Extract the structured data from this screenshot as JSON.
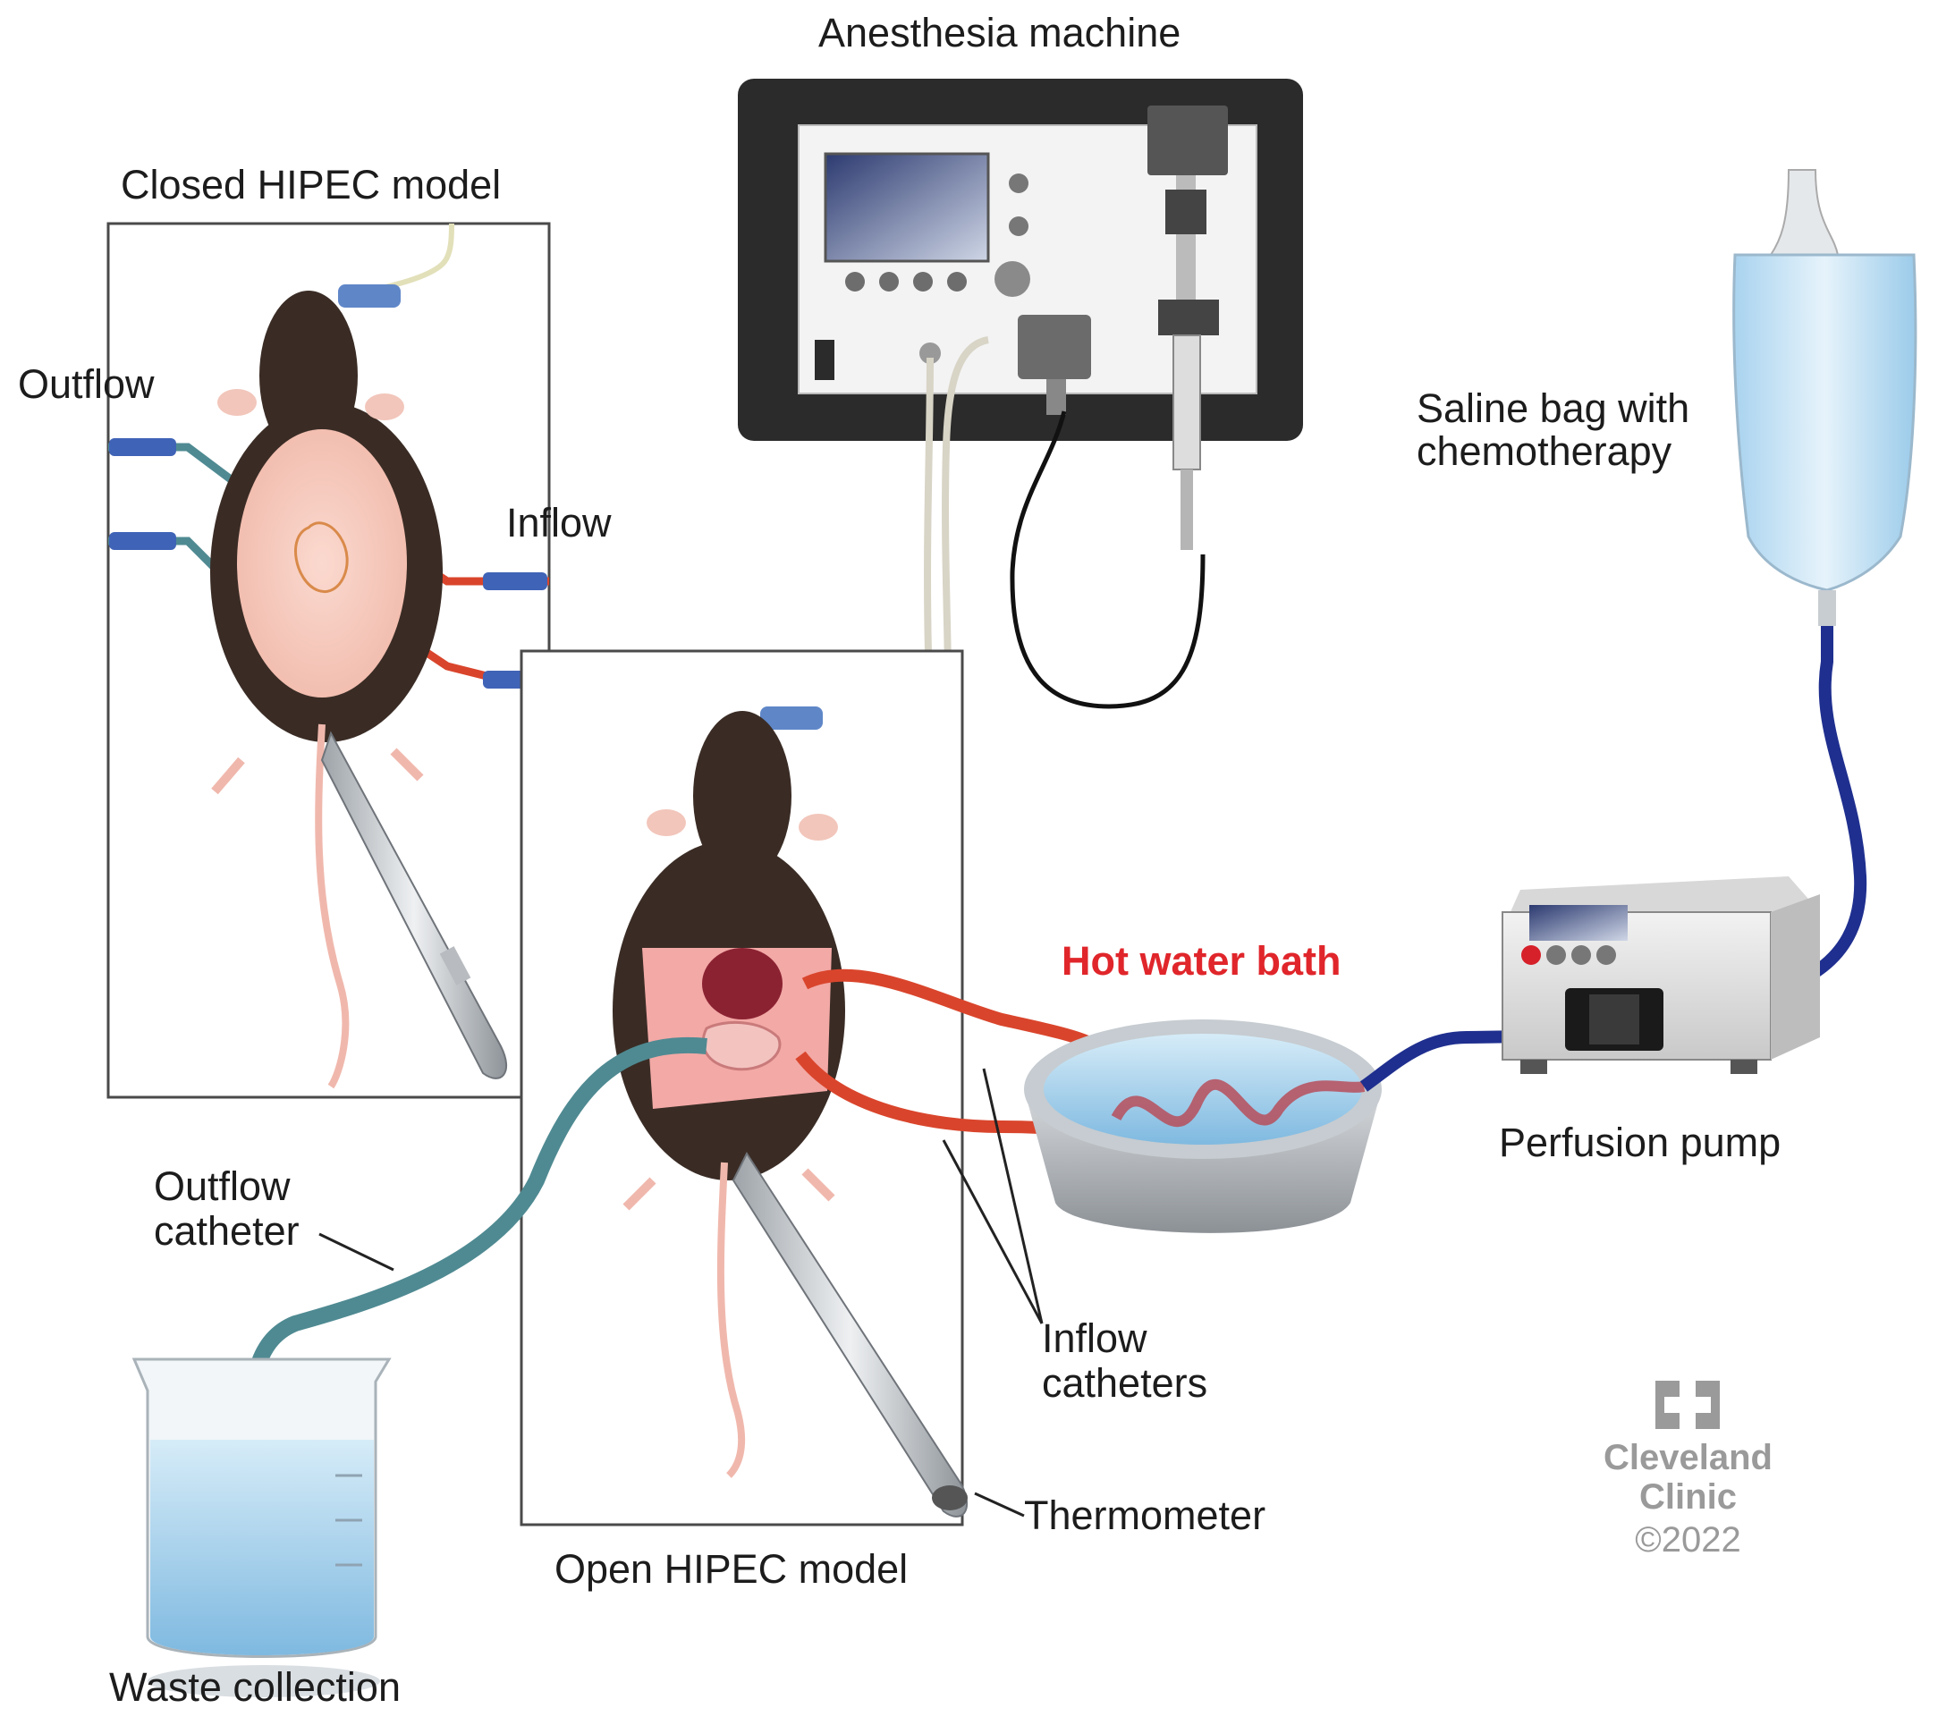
{
  "labels": {
    "anesthesia_machine": "Anesthesia machine",
    "closed_model": "Closed HIPEC model",
    "outflow": "Outflow",
    "inflow": "Inflow",
    "saline_line1": "Saline bag with",
    "saline_line2": "chemotherapy",
    "hot_water_bath": "Hot water bath",
    "perfusion_pump": "Perfusion pump",
    "outflow_catheter_line1": "Outflow",
    "outflow_catheter_line2": "catheter",
    "inflow_catheters_line1": "Inflow",
    "inflow_catheters_line2": "catheters",
    "thermometer": "Thermometer",
    "open_model": "Open HIPEC model",
    "waste_collection": "Waste collection"
  },
  "logo": {
    "line1": "Cleveland",
    "line2": "Clinic",
    "year": "©2022"
  },
  "colors": {
    "inflow_tube": "#d9452c",
    "outflow_tube": "#4f8a92",
    "pump_tube": "#1f2f8f",
    "label_red": "#e0262b",
    "water": "#bfe0f3",
    "mouse_fur": "#3a2c25"
  }
}
